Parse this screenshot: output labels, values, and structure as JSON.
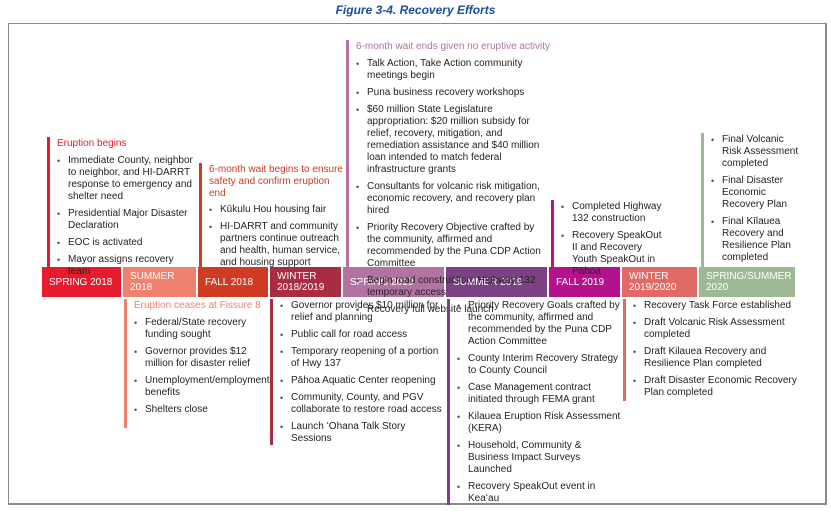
{
  "title": "Figure 3-4. Recovery Efforts",
  "colors": {
    "title_blue": "#1c4da0",
    "frame_gray": "#8a8a8a",
    "body_text": "#262223"
  },
  "timeline": {
    "bands": [
      {
        "label": "SPRING 2018",
        "color": "#e61c2e"
      },
      {
        "label": "SUMMER 2018",
        "color": "#f0816e"
      },
      {
        "label": "FALL 2018",
        "color": "#d13a23"
      },
      {
        "label": "WINTER 2018/2019",
        "color": "#a92c42"
      },
      {
        "label": "SPRING 2019",
        "color": "#b273a2"
      },
      {
        "label": "SUMMER 2019",
        "color": "#7c4084"
      },
      {
        "label": "FALL 2019",
        "color": "#b5118c"
      },
      {
        "label": "WINTER 2019/2020",
        "color": "#e06a65"
      },
      {
        "label": "SPRING/SUMMER 2020",
        "color": "#9cb993"
      }
    ]
  },
  "blocks": [
    {
      "period": "SPRING 2018",
      "placement": "above",
      "accent": "#e61c2e",
      "header": "Eruption begins",
      "bullets": [
        "Immediate County, neighbor to neighbor, and HI-DARRT response to emergency and shelter need",
        "Presidential Major Disaster Declaration",
        "EOC is activated",
        "Mayor assigns recovery team"
      ]
    },
    {
      "period": "FALL 2018",
      "placement": "above",
      "accent": "#d13a23",
      "header": "6-month wait begins to ensure safety and confirm eruption end",
      "bullets": [
        "Kūkulu Hou housing fair",
        "HI-DARRT and community partners continue outreach and health, human service, and housing support"
      ]
    },
    {
      "period": "SPRING 2019",
      "placement": "above",
      "accent": "#b273a2",
      "header": "6-month wait ends given no eruptive activity",
      "bullets": [
        "Talk Action, Take Action community meetings begin",
        "Puna business recovery workshops",
        "$60 million State Legislature appropriation: $20 million subsidy for relief, recovery, mitigation, and remediation assistance and $40 million loan intended to match federal infrastructure grants",
        "Consultants for volcanic risk mitigation, economic recovery, and recovery plan hired",
        "Priority Recovery Objective crafted by the community, affirmed and recommended by the Puna CDP Action Committee",
        "Begin road construction: Highway 132 temporary access",
        "Recovery full website launch"
      ]
    },
    {
      "period": "FALL 2019",
      "placement": "above",
      "accent": "#b5118c",
      "header": "",
      "bullets": [
        "Completed Highway 132 construction",
        "Recovery SpeakOut II and Recovery Youth SpeakOut in Pāhoa"
      ]
    },
    {
      "period": "SPRING/SUMMER 2020",
      "placement": "above",
      "accent": "#9cb993",
      "header": "",
      "bullets": [
        "Final Volcanic Risk Assessment completed",
        "Final Disaster Economic Recovery Plan",
        "Final Kīlauea Recovery and Resilience Plan completed"
      ]
    },
    {
      "period": "SUMMER 2018",
      "placement": "below",
      "accent": "#f0816e",
      "header": "Eruption ceases at Fissure 8",
      "bullets": [
        "Federal/State recovery funding sought",
        "Governor provides $12 million for disaster relief",
        "Unemployment/employment benefits",
        "Shelters close"
      ]
    },
    {
      "period": "WINTER 2018/2019",
      "placement": "below",
      "accent": "#a92c42",
      "header": "",
      "bullets": [
        "Governor provides $10 million for relief and planning",
        "Public call for road access",
        "Temporary reopening of a portion of Hwy 137",
        "Pāhoa Aquatic Center reopening",
        "Community, County, and PGV collaborate to restore road access",
        "Launch ʻOhana Talk Story Sessions"
      ]
    },
    {
      "period": "SUMMER 2019",
      "placement": "below",
      "accent": "#7c4084",
      "header": "",
      "bullets": [
        "Priority Recovery Goals crafted by the community, affirmed and recommended by the Puna CDP Action Committee",
        "County Interim Recovery Strategy to County Council",
        "Case Management contract initiated through FEMA grant",
        "Kilauea Eruption Risk Assessment (KERA)",
        "Household, Community & Business Impact Surveys Launched",
        "Recovery SpeakOut event in Keaʻau"
      ]
    },
    {
      "period": "WINTER 2019/2020",
      "placement": "below",
      "accent": "#e06a65",
      "header": "",
      "bullets": [
        "Recovery Task Force established",
        "Draft Volcanic Risk Assessment completed",
        "Draft Kilauea Recovery and Resilience Plan completed",
        "Draft Disaster Economic Recovery Plan completed"
      ]
    }
  ]
}
